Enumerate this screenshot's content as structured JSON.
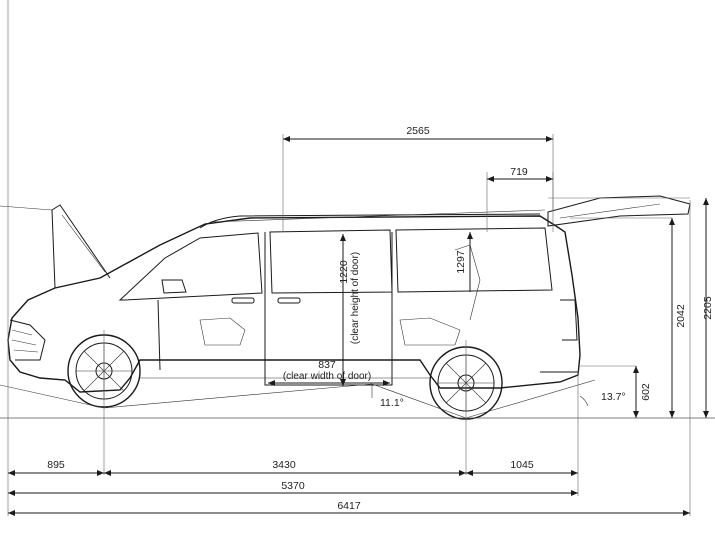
{
  "dimensions": {
    "interior_length": "2565",
    "tailgate_overhang": "719",
    "door_clear_height": "1220",
    "door_clear_height_note": "(clear height of door)",
    "rear_height": "1297",
    "door_clear_width": "837",
    "door_clear_width_note": "(clear width of door)",
    "ramp_angle": "11.1°",
    "departure_angle": "13.7°",
    "rear_sill_height": "602",
    "height_closed": "2042",
    "height_tailgate_open": "2205",
    "front_overhang": "895",
    "wheelbase": "3430",
    "rear_overhang": "1045",
    "overall_length": "5370",
    "length_with_tailgate": "6417"
  }
}
